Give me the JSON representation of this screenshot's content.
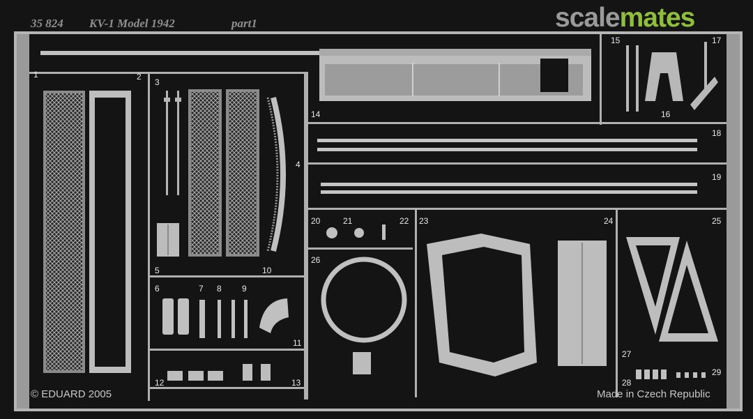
{
  "sheet": {
    "header_code": "35 824",
    "header_title": "KV-1 Model 1942",
    "header_part": "part1",
    "copyright": "© EDUARD 2005",
    "made_in": "Made in Czech Republic"
  },
  "watermark": {
    "left": "scale",
    "right": "mates"
  },
  "part_numbers": [
    "1",
    "2",
    "3",
    "4",
    "5",
    "6",
    "7",
    "8",
    "9",
    "10",
    "11",
    "12",
    "13",
    "14",
    "15",
    "16",
    "17",
    "18",
    "19",
    "20",
    "21",
    "22",
    "23",
    "24",
    "25",
    "26",
    "27",
    "28",
    "29"
  ],
  "colors": {
    "background": "#141414",
    "metal": "#b9b9b9",
    "metal_dark": "#8c8c8c",
    "watermark_green": "#8fbf3a"
  }
}
